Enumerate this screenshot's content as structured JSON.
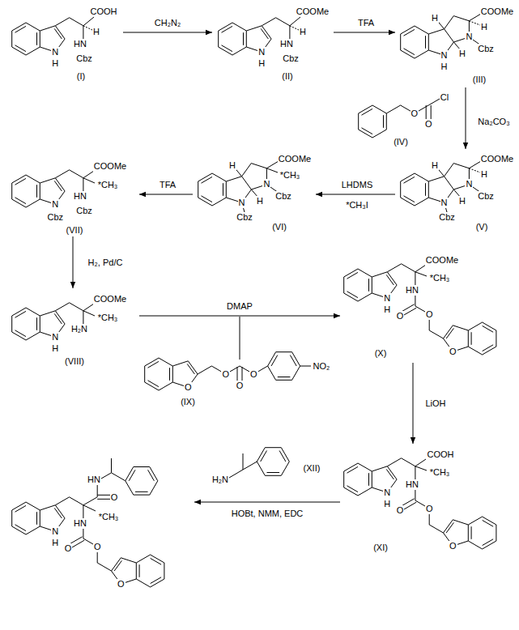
{
  "diagram": {
    "nodes": [
      {
        "text": [
          "COOH",
          "HN",
          "H",
          "Cbz",
          "N",
          "H",
          "(I)"
        ]
      },
      {
        "text": [
          "COOMe",
          "HN",
          "H",
          "Cbz",
          "N",
          "H",
          "(II)"
        ]
      },
      {
        "text": [
          "H",
          "COOMe",
          "H",
          "H",
          "N",
          "Cbz",
          "N",
          "H",
          "(III)"
        ]
      },
      {
        "text": [
          "O",
          "Cl",
          "O",
          "(IV)"
        ]
      },
      {
        "text": [
          "H",
          "COOMe",
          "H",
          "H",
          "N",
          "Cbz",
          "N",
          "Cbz",
          "(V)"
        ]
      },
      {
        "text": [
          "H",
          "COOMe",
          "*CH₃",
          "H",
          "N",
          "Cbz",
          "N",
          "Cbz",
          "(VI)"
        ]
      },
      {
        "text": [
          "COOMe",
          "*CH₃",
          "HN",
          "Cbz",
          "N",
          "Cbz",
          "(VII)"
        ]
      },
      {
        "text": [
          "COOMe",
          "H₂N",
          "*CH₃",
          "N",
          "H",
          "(VIII)"
        ]
      },
      {
        "text": [
          "O",
          "O",
          "O",
          "O",
          "NO₂",
          "(IX)"
        ]
      },
      {
        "text": [
          "COOMe",
          "*CH₃",
          "HN",
          "N",
          "H",
          "O",
          "O",
          "O",
          "(X)"
        ]
      },
      {
        "text": [
          "COOH",
          "*CH₃",
          "HN",
          "N",
          "H",
          "O",
          "O",
          "O",
          "(XI)"
        ]
      },
      {
        "text": [
          "H₂N",
          "(XII)"
        ]
      },
      {
        "text": [
          "HN",
          "O",
          "*CH₃",
          "HN",
          "N",
          "H",
          "O",
          "O",
          "O"
        ]
      }
    ],
    "edges": [
      {
        "from": 0,
        "to": 1,
        "arrow": "to",
        "label": "CH₂N₂"
      },
      {
        "from": 1,
        "to": 2,
        "arrow": "to",
        "label": "TFA"
      },
      {
        "from": 2,
        "to": 4,
        "arrow": "to",
        "label": "Na₂CO₃"
      },
      {
        "from": 4,
        "to": 5,
        "arrow": "to",
        "label": "LHDMS"
      },
      {
        "from": 5,
        "to": 6,
        "arrow": "to",
        "label": "TFA"
      },
      {
        "from": 6,
        "to": 7,
        "arrow": "to",
        "label": "H₂, Pd/C"
      },
      {
        "from": 7,
        "to": 9,
        "arrow": "to",
        "label": "DMAP"
      },
      {
        "from": 9,
        "to": 10,
        "arrow": "to",
        "label": "LiOH"
      },
      {
        "from": 10,
        "to": 12,
        "arrow": "to",
        "label": "HOBt, NMM, EDC"
      }
    ],
    "labels": [
      "*CH₃I"
    ]
  }
}
